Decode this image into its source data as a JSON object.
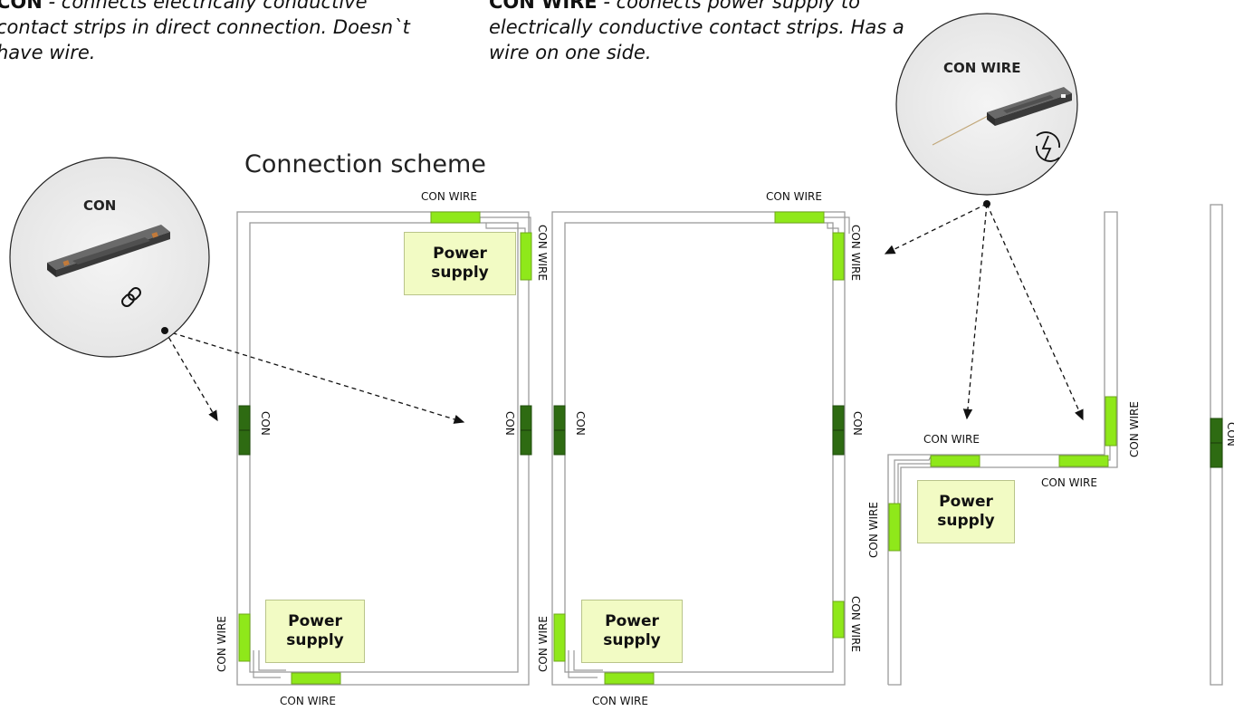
{
  "descriptions": {
    "con": {
      "term": "CON",
      "text": " - connects electrically conductive contact strips in direct connection. Doesn`t have wire."
    },
    "con_wire": {
      "term": "CON WIRE",
      "text": " - coonects power supply to electrically conductive contact strips. Has a wire on one side."
    }
  },
  "title": "Connection scheme",
  "labels": {
    "con": "CON",
    "con_wire": "CON WIRE",
    "power_supply_line1": "Power",
    "power_supply_line2": "supply"
  },
  "callouts": {
    "con_label": "CON",
    "con_wire_label": "CON WIRE",
    "con_icon": "link-icon",
    "con_wire_icon": "power-cycle-icon"
  },
  "colors": {
    "con": "#2e6b12",
    "con_wire": "#8fe81a",
    "power_supply_fill": "#f2fbc4",
    "frame": "#9a9a9a"
  }
}
